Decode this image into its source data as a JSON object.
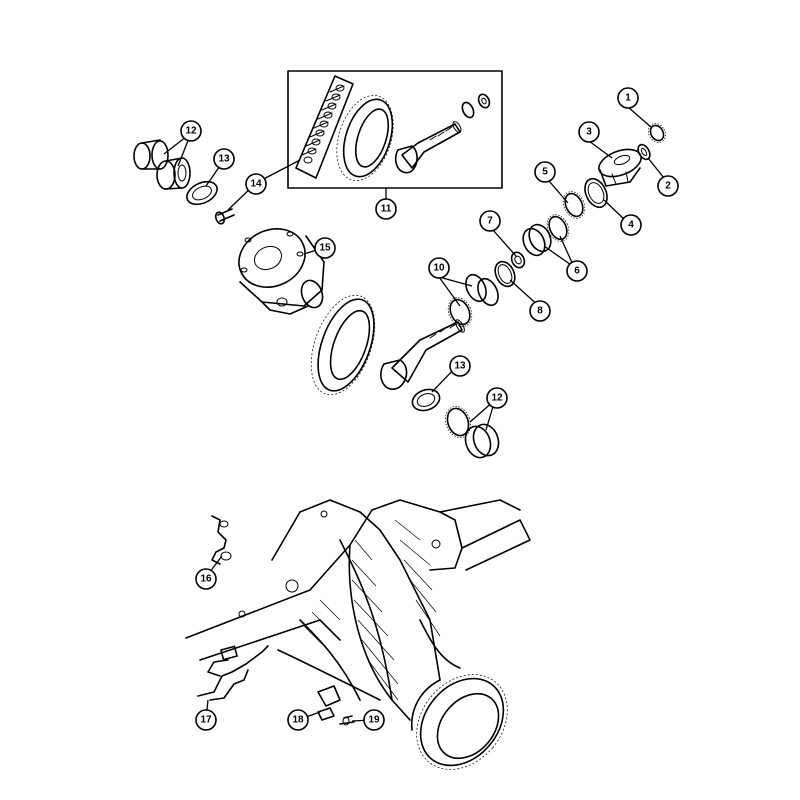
{
  "callouts": [
    "1",
    "2",
    "3",
    "4",
    "5",
    "6",
    "7",
    "8",
    "10",
    "11",
    "12",
    "12",
    "13",
    "13",
    "14",
    "15",
    "16",
    "17",
    "18",
    "19"
  ],
  "part_icons": [
    "pinion-nut-icon",
    "washer-icon",
    "yoke-flange-icon",
    "seal-icon",
    "bearing-icon",
    "gasket-icon",
    "ring-gear-icon",
    "pinion-gear-icon",
    "differential-case-icon",
    "axle-housing-icon",
    "bolt-icon",
    "bracket-icon",
    "sensor-icon"
  ]
}
